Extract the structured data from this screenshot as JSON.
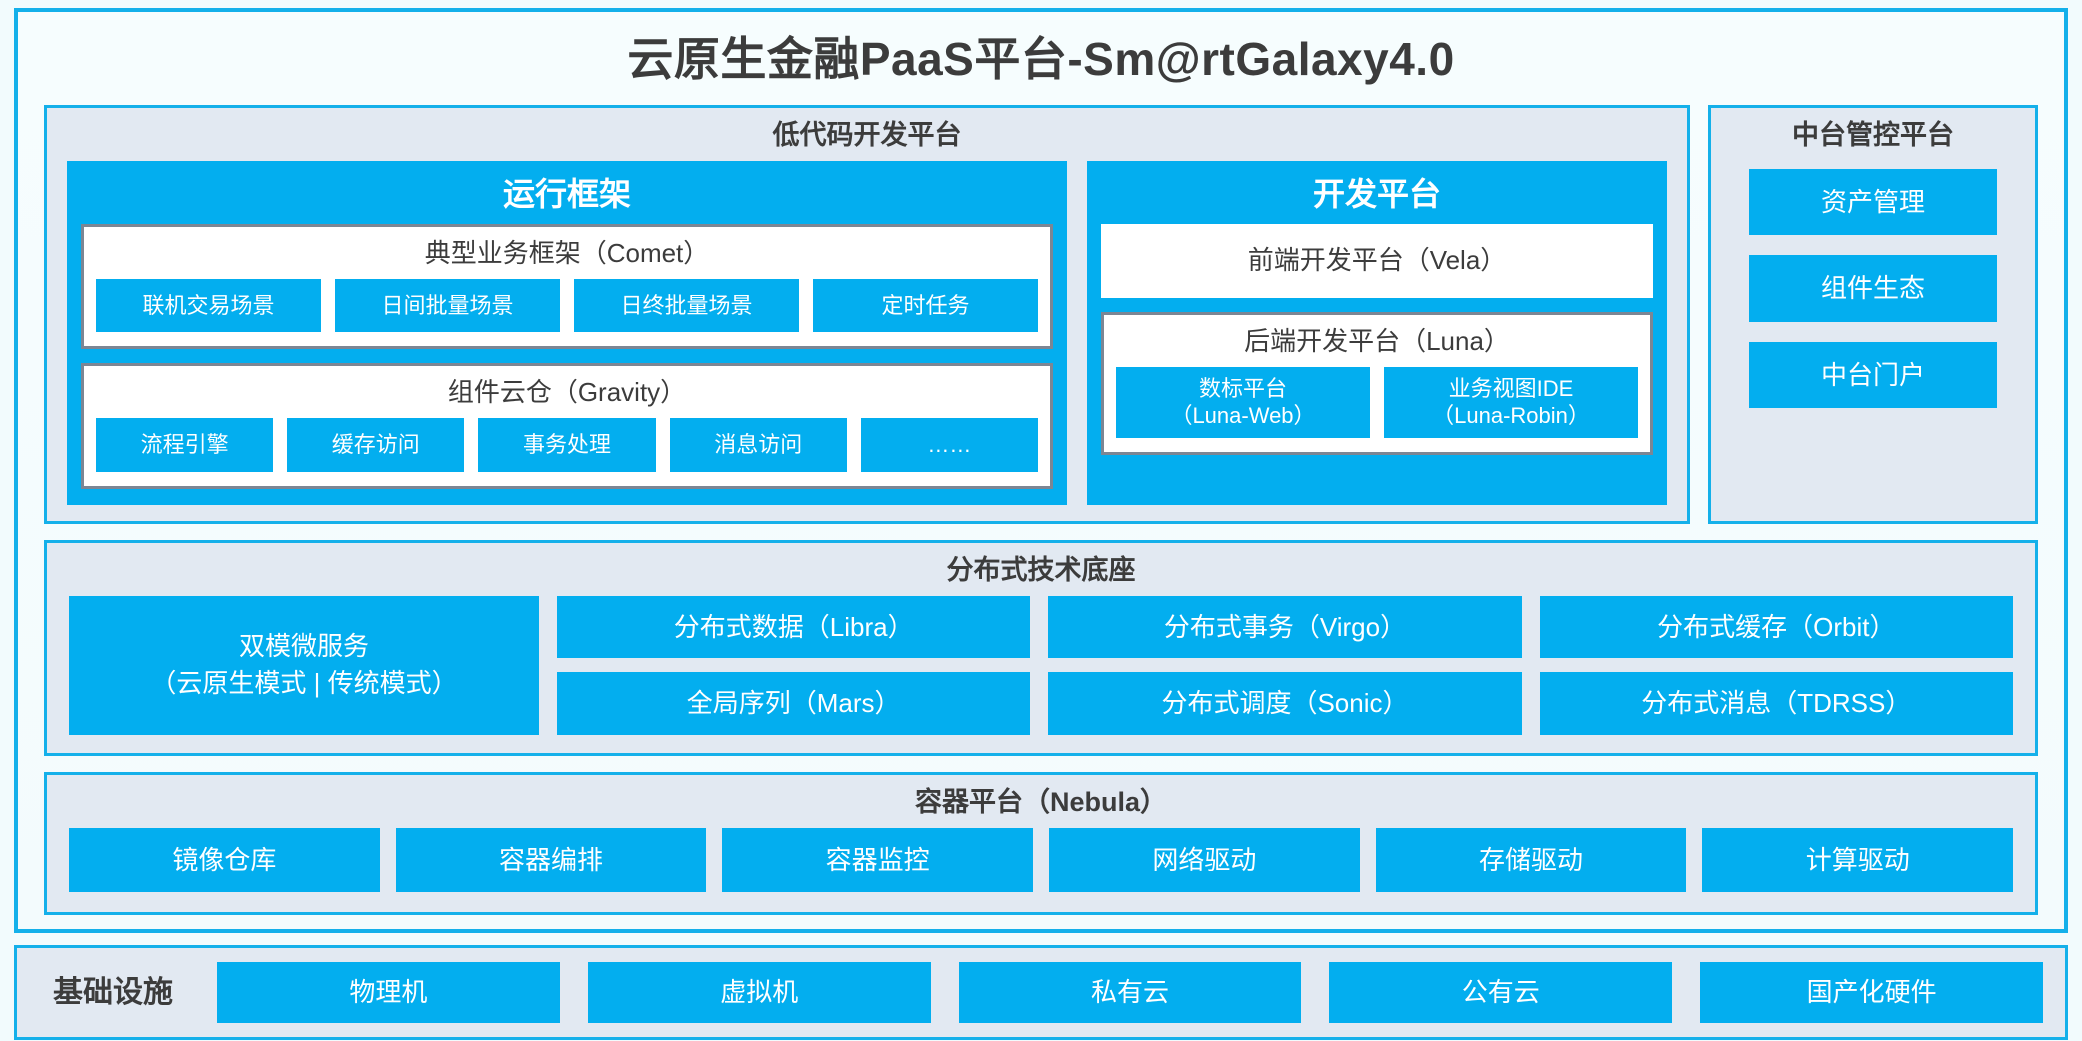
{
  "suite": {
    "title": "云原生金融PaaS平台-Sm@rtGalaxy4.0"
  },
  "colors": {
    "accent_blue": "#03aeef",
    "frame_blue": "#14b0ea",
    "panel_bg": "#e2e9f2",
    "page_bg": "#f2fbfd",
    "box_border_grey": "#7c8694",
    "text_dark": "#3c3c3c"
  },
  "lowcode": {
    "title": "低代码开发平台",
    "runtime": {
      "title": "运行框架",
      "comet": {
        "title": "典型业务框架（Comet）",
        "items": [
          "联机交易场景",
          "日间批量场景",
          "日终批量场景",
          "定时任务"
        ]
      },
      "gravity": {
        "title": "组件云仓（Gravity）",
        "items": [
          "流程引擎",
          "缓存访问",
          "事务处理",
          "消息访问",
          "……"
        ]
      }
    },
    "devplatform": {
      "title": "开发平台",
      "frontend": "前端开发平台（Vela）",
      "backend": {
        "title": "后端开发平台（Luna）",
        "items": [
          "数标平台\n（Luna-Web）",
          "业务视图IDE\n（Luna-Robin）"
        ]
      }
    }
  },
  "control": {
    "title": "中台管控平台",
    "items": [
      "资产管理",
      "组件生态",
      "中台门户"
    ]
  },
  "tech_base": {
    "title": "分布式技术底座",
    "highlight": "双模微服务\n（云原生模式 | 传统模式）",
    "columns": [
      [
        "分布式数据（Libra）",
        "全局序列（Mars）"
      ],
      [
        "分布式事务（Virgo）",
        "分布式调度（Sonic）"
      ],
      [
        "分布式缓存（Orbit）",
        "分布式消息（TDRSS）"
      ]
    ]
  },
  "container_platform": {
    "title": "容器平台（Nebula）",
    "items": [
      "镜像仓库",
      "容器编排",
      "容器监控",
      "网络驱动",
      "存储驱动",
      "计算驱动"
    ]
  },
  "infrastructure": {
    "label": "基础设施",
    "items": [
      "物理机",
      "虚拟机",
      "私有云",
      "公有云",
      "国产化硬件"
    ]
  }
}
